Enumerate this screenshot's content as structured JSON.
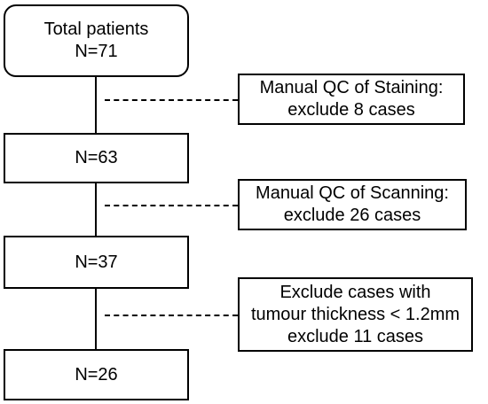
{
  "flow": {
    "start": {
      "line1": "Total patients",
      "line2": "N=71"
    },
    "step1": {
      "count": "N=63"
    },
    "step2": {
      "count": "N=37"
    },
    "step3": {
      "count": "N=26"
    }
  },
  "exclusions": {
    "staining": {
      "line1": "Manual QC of Staining:",
      "line2": "exclude 8 cases"
    },
    "scanning": {
      "line1": "Manual QC of Scanning:",
      "line2": "exclude 26 cases"
    },
    "thickness": {
      "line1": "Exclude cases with",
      "line2": "tumour thickness < 1.2mm",
      "line3": "exclude 11 cases"
    }
  }
}
